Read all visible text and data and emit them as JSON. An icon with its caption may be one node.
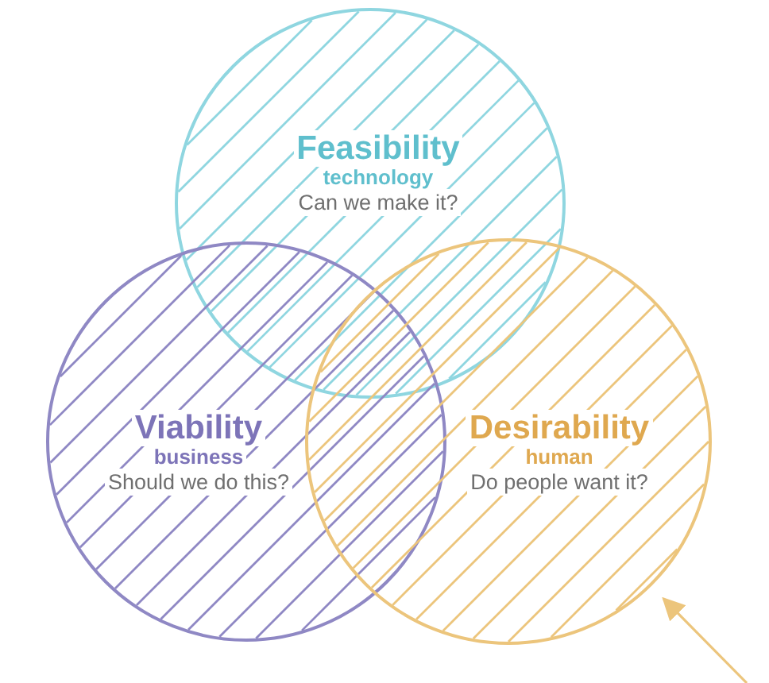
{
  "diagram": {
    "nodes": [
      {
        "text": [
          "Feasibility",
          "technology",
          "Can we make it?"
        ]
      },
      {
        "text": [
          "Viability",
          "business",
          "Should we do this?"
        ]
      },
      {
        "text": [
          "Desirability",
          "human",
          "Do people want it?"
        ]
      }
    ],
    "edges": [
      {
        "from": null,
        "to": 2,
        "arrow": "to"
      }
    ]
  }
}
